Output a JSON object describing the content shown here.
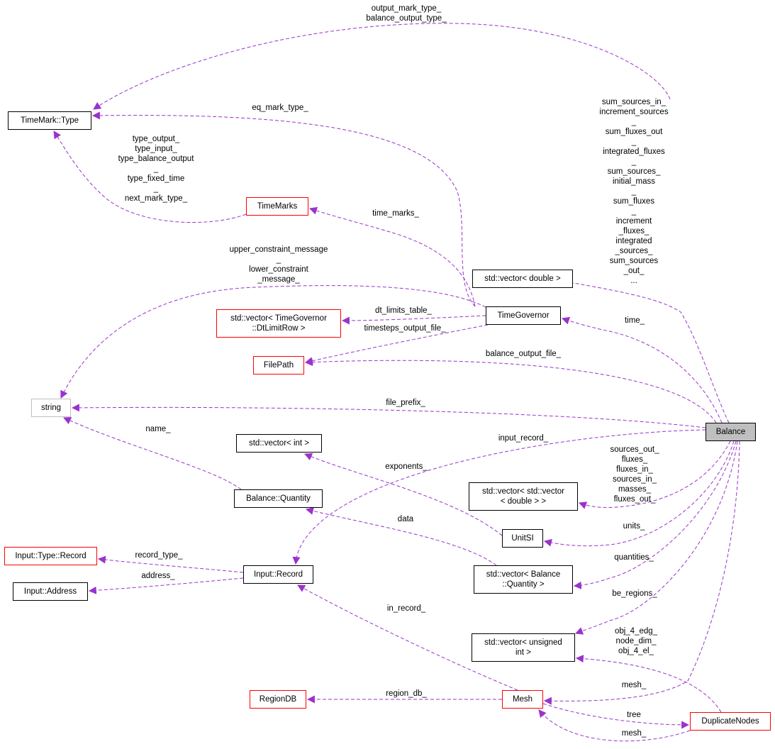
{
  "colors": {
    "edge": "#9a32cd",
    "red_border": "#ff0000",
    "gray_border": "#bfbfbf",
    "focus_fill": "#bfbfbf"
  },
  "nodes": {
    "timemark_type": "TimeMark::Type",
    "timemarks": "TimeMarks",
    "vector_double": "std::vector< double >",
    "timegovernor": "TimeGovernor",
    "vector_dtlimitrow": "std::vector< TimeGovernor\n::DtLimitRow >",
    "filepath": "FilePath",
    "string": "string",
    "balance": "Balance",
    "vector_int": "std::vector< int >",
    "balance_quantity": "Balance::Quantity",
    "vector_vector_double": "std::vector< std::vector\n< double > >",
    "unitsi": "UnitSI",
    "input_type_record": "Input::Type::Record",
    "input_record": "Input::Record",
    "input_address": "Input::Address",
    "vector_balance_quantity": "std::vector< Balance\n::Quantity >",
    "vector_unsigned_int": "std::vector< unsigned\nint >",
    "regiondb": "RegionDB",
    "mesh": "Mesh",
    "duplicatenodes": "DuplicateNodes"
  },
  "edge_labels": {
    "output_mark_type": "output_mark_type_\nbalance_output_type_",
    "eq_mark_type": "eq_mark_type_",
    "type_output": "type_output_\ntype_input_\ntype_balance_output\n_\ntype_fixed_time\n_\nnext_mark_type_",
    "time_marks": "time_marks_",
    "constraint_message": "upper_constraint_message\n_\nlower_constraint\n_message_",
    "dt_limits_table": "dt_limits_table_",
    "timesteps_output_file": "timesteps_output_file_",
    "balance_output_file": "balance_output_file_",
    "sum_sources": "sum_sources_in_\nincrement_sources\n_\nsum_fluxes_out\n_\nintegrated_fluxes\n_\nsum_sources_\ninitial_mass\n_\nsum_fluxes\n_\nincrement\n_fluxes_\nintegrated\n_sources_\nsum_sources\n_out_\n...",
    "time": "time_",
    "file_prefix": "file_prefix_",
    "name": "name_",
    "input_record": "input_record_",
    "exponents": "exponents_",
    "sources_out": "sources_out_\nfluxes_\nfluxes_in_\nsources_in_\nmasses_\nfluxes_out_",
    "data": "data",
    "units": "units_",
    "record_type": "record_type_",
    "address": "address_",
    "quantities": "quantities_",
    "in_record": "in_record_",
    "be_regions": "be_regions_",
    "obj_4_edg": "obj_4_edg_\nnode_dim_\nobj_4_el_",
    "region_db": "region_db_",
    "mesh_1": "mesh_",
    "tree": "tree",
    "mesh_2": "mesh_"
  }
}
